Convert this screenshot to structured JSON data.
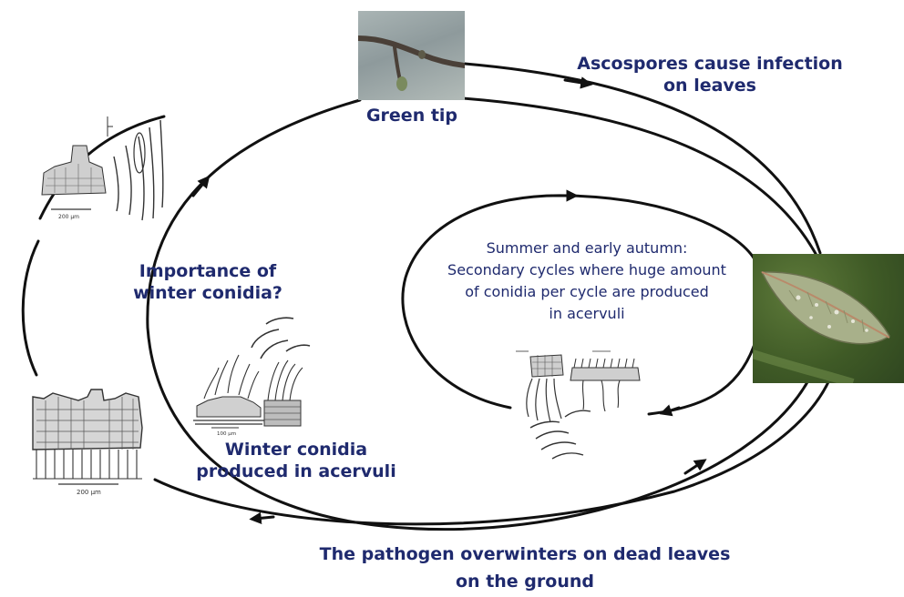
{
  "labels": {
    "green_tip": "Green tip",
    "ascospores": [
      "Ascospores cause infection",
      "on leaves"
    ],
    "summer": [
      "Summer and early autumn:",
      "Secondary cycles where huge amount",
      "of conidia per cycle  are produced",
      "in acervuli"
    ],
    "importance": [
      "Importance of",
      "winter conidia?"
    ],
    "winter_conidia": [
      "Winter conidia",
      "produced in acervuli"
    ],
    "overwinter": [
      "The pathogen overwinters on dead leaves",
      "on the ground"
    ]
  },
  "scale_labels": {
    "top_left_sketch": "200 µm",
    "bottom_left_sketch": "200 µm",
    "winter_sketch": "100 µm"
  },
  "colors": {
    "text": "#1f2a6e",
    "cycle_lines": "#111111",
    "sketch": "#333333"
  }
}
